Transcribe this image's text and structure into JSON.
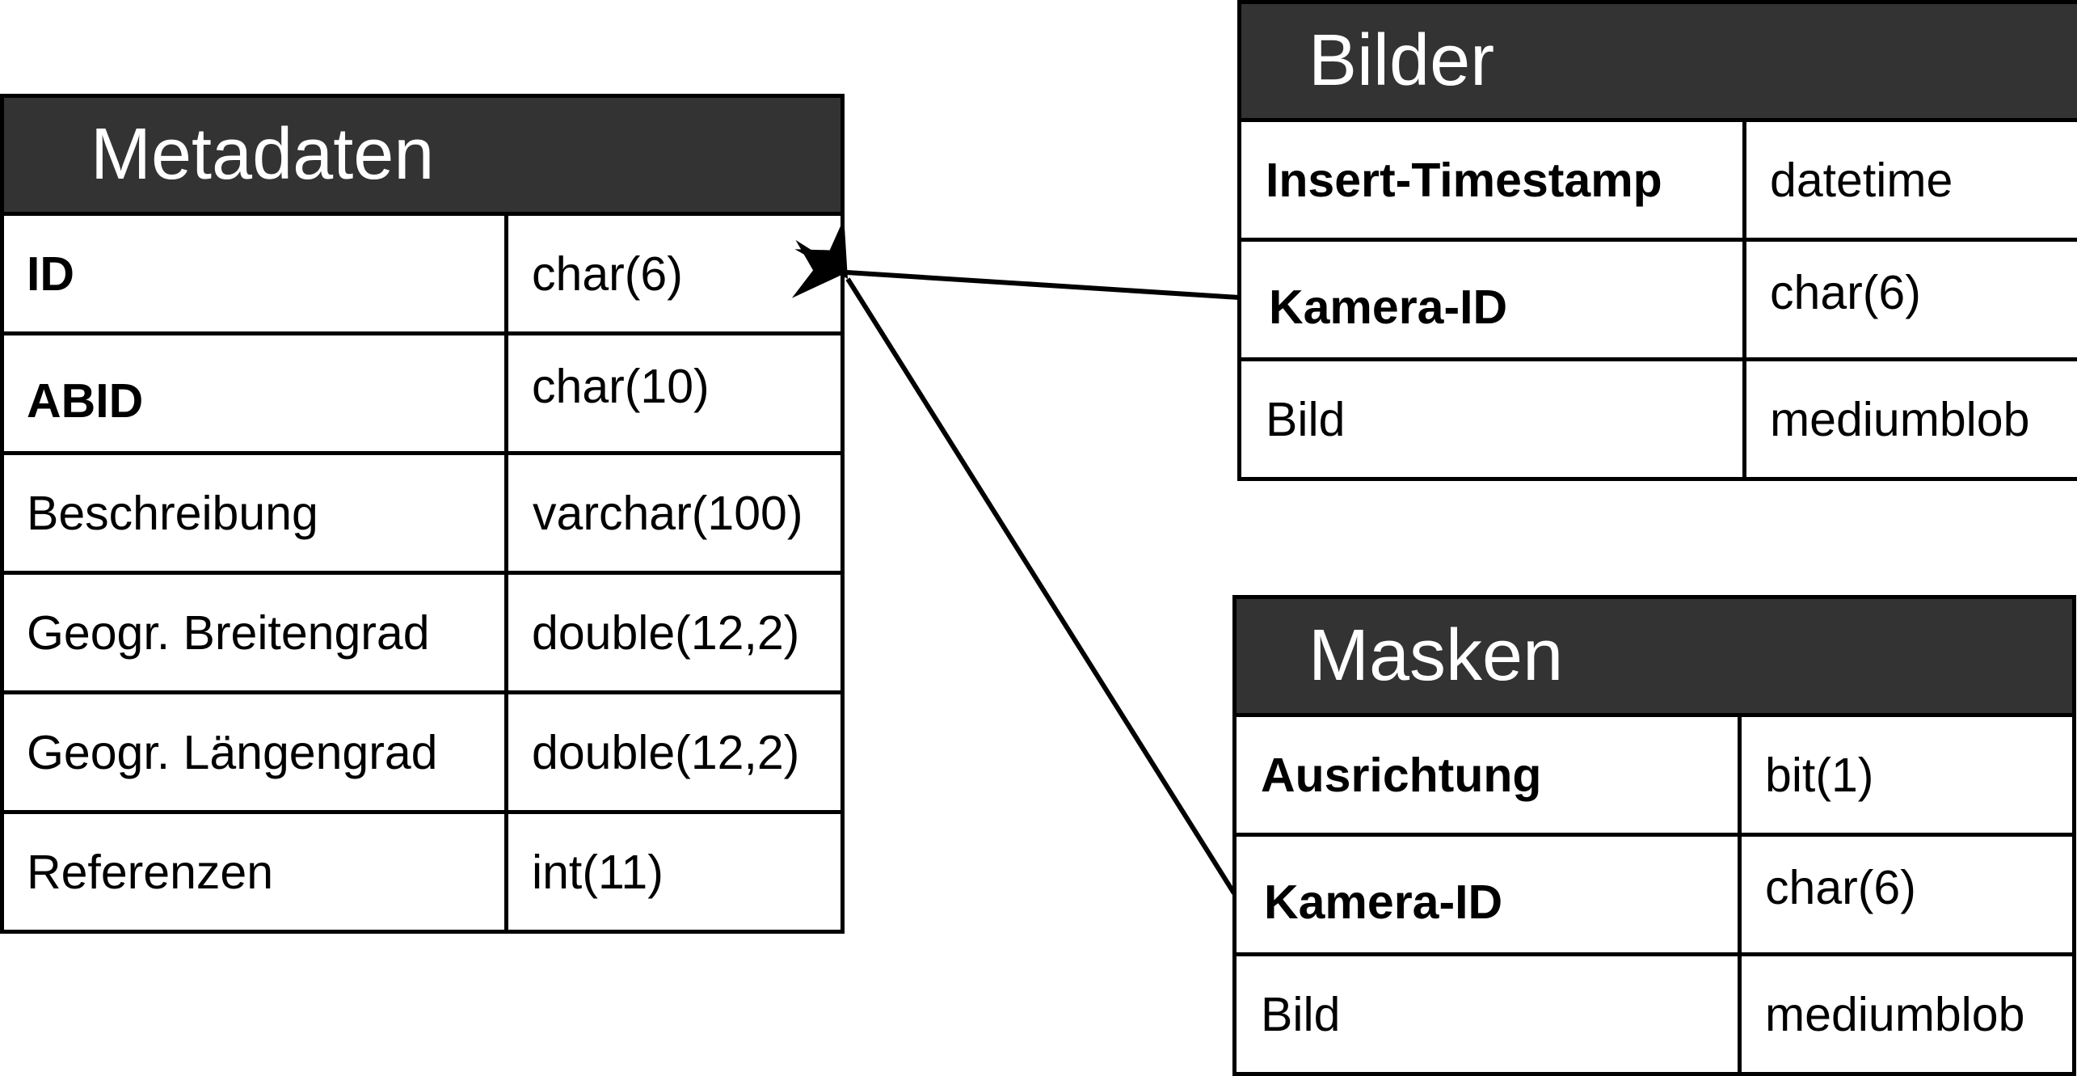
{
  "tables": [
    {
      "title": "Metadaten",
      "columns": [
        {
          "name": "ID",
          "type": "char(6)",
          "key": true
        },
        {
          "name": "ABID",
          "type": "char(10)",
          "key": true
        },
        {
          "name": "Beschreibung",
          "type": "varchar(100)",
          "key": false
        },
        {
          "name": "Geogr. Breitengrad",
          "type": "double(12,2)",
          "key": false
        },
        {
          "name": "Geogr. Längengrad",
          "type": "double(12,2)",
          "key": false
        },
        {
          "name": "Referenzen",
          "type": "int(11)",
          "key": false
        }
      ]
    },
    {
      "title": "Bilder",
      "columns": [
        {
          "name": "Insert-Timestamp",
          "type": "datetime",
          "key": true
        },
        {
          "name": "Kamera-ID",
          "type": "char(6)",
          "key": true
        },
        {
          "name": "Bild",
          "type": "mediumblob",
          "key": false
        }
      ]
    },
    {
      "title": "Masken",
      "columns": [
        {
          "name": "Ausrichtung",
          "type": "bit(1)",
          "key": true
        },
        {
          "name": "Kamera-ID",
          "type": "char(6)",
          "key": true
        },
        {
          "name": "Bild",
          "type": "mediumblob",
          "key": false
        }
      ]
    }
  ],
  "relations": [
    {
      "from": "Bilder.Kamera-ID",
      "to": "Metadaten.ID"
    },
    {
      "from": "Masken.Kamera-ID",
      "to": "Metadaten.ID"
    }
  ],
  "colors": {
    "header_bg": "#333333",
    "header_text": "#ffffff",
    "border": "#000000",
    "line": "#000000"
  }
}
